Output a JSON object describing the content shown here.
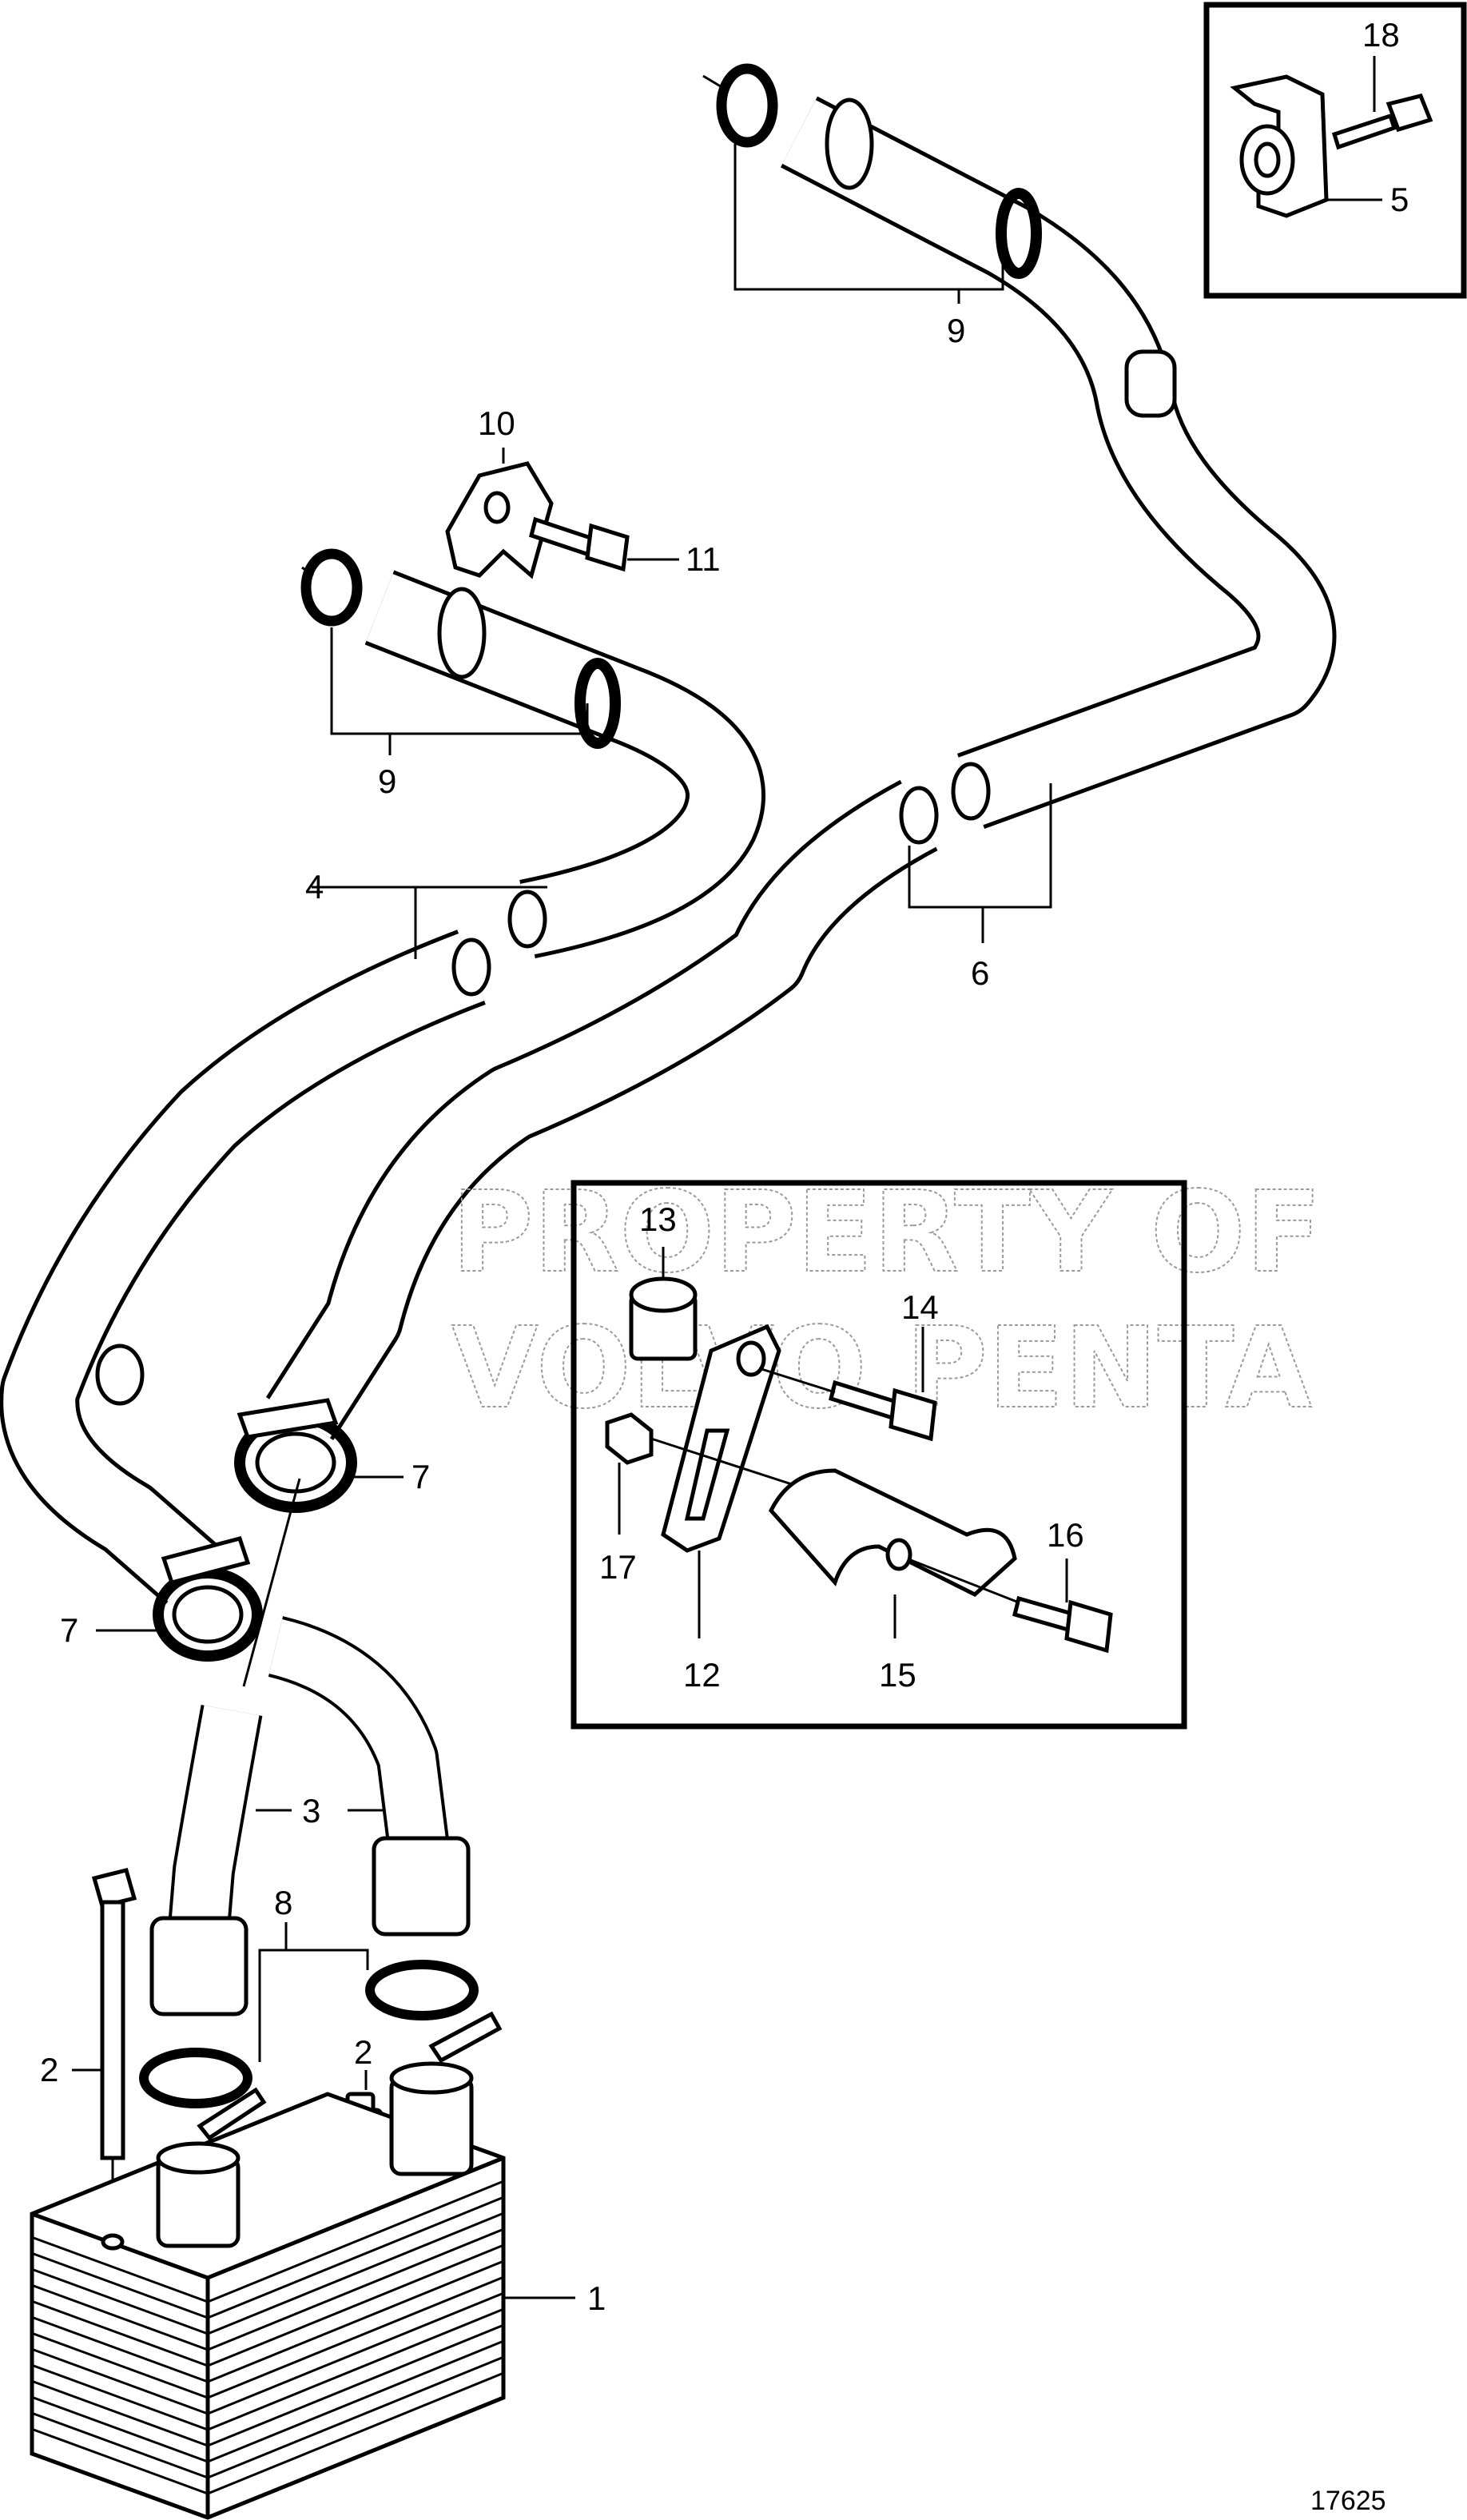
{
  "figure_number": "17625",
  "watermark": {
    "line1": "PROPERTY OF",
    "line2": "VOLVO PENTA"
  },
  "callouts": {
    "c1": "1",
    "c2a": "2",
    "c2b": "2",
    "c3": "3",
    "c4": "4",
    "c5": "5",
    "c6": "6",
    "c7a": "7",
    "c7b": "7",
    "c8": "8",
    "c9a": "9",
    "c9b": "9",
    "c10": "10",
    "c11": "11",
    "c12": "12",
    "c13": "13",
    "c14": "14",
    "c15": "15",
    "c16": "16",
    "c17": "17",
    "c18": "18"
  }
}
